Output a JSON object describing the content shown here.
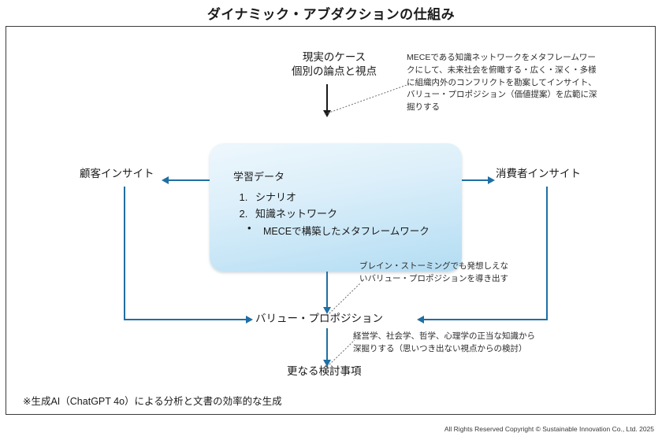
{
  "slide": {
    "title": "ダイナミック・アブダクションの仕組み",
    "footnote": "※生成AI（ChatGPT 4o）による分析と文書の効率的な生成",
    "copyright": "All Rights Reserved Copyright © Sustainable Innovation Co., Ltd. 2025"
  },
  "colors": {
    "connector_blue": "#1f6fa3",
    "connector_dark": "#1a1a1a",
    "box_fill_light": "#eef7fc",
    "box_fill_dark": "#b3dcf2",
    "frame_border": "#3b3b3b"
  },
  "nodes": {
    "input_top": {
      "line1": "現実のケース",
      "line2": "個別の論点と視点"
    },
    "center_box": {
      "heading": "学習データ",
      "items": [
        "シナリオ",
        "知識ネットワーク"
      ],
      "subitems": [
        "MECEで構築したメタフレームワーク"
      ]
    },
    "left_output": "顧客インサイト",
    "right_output": "消費者インサイト",
    "value_proposition": "バリュー・プロポジション",
    "further_study": "更なる検討事項"
  },
  "annotations": {
    "top_right": {
      "lines": [
        "MECEである知識ネットワークをメタフレームワー",
        "クにして、未来社会を俯瞰する・広く・深く・多様",
        "に組織内外のコンフリクトを勘案してインサイト、",
        "バリュー・プロポジション（価値提案）を広範に深",
        "掘りする"
      ]
    },
    "middle_right": {
      "lines": [
        "ブレイン・ストーミングでも発想しえな",
        "いバリュー・プロポジションを導き出す"
      ]
    },
    "bottom_right": {
      "lines": [
        "経営学、社会学、哲学、心理学の正当な知識から",
        "深掘りする（思いつき出ない視点からの検討）"
      ]
    }
  }
}
